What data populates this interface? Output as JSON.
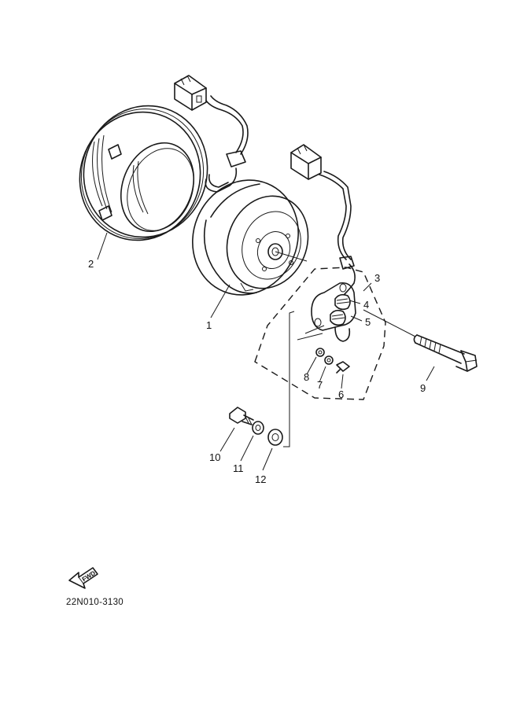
{
  "diagram": {
    "reference_code": "22N010-3130",
    "fwd_arrow_text": "FWD",
    "callouts": [
      {
        "id": "1",
        "text": "1"
      },
      {
        "id": "2",
        "text": "2"
      },
      {
        "id": "3",
        "text": "3"
      },
      {
        "id": "4",
        "text": "4"
      },
      {
        "id": "5",
        "text": "5"
      },
      {
        "id": "6",
        "text": "6"
      },
      {
        "id": "7",
        "text": "7"
      },
      {
        "id": "8",
        "text": "8"
      },
      {
        "id": "9",
        "text": "9"
      },
      {
        "id": "10",
        "text": "10"
      },
      {
        "id": "11",
        "text": "11"
      },
      {
        "id": "12",
        "text": "12"
      }
    ]
  }
}
